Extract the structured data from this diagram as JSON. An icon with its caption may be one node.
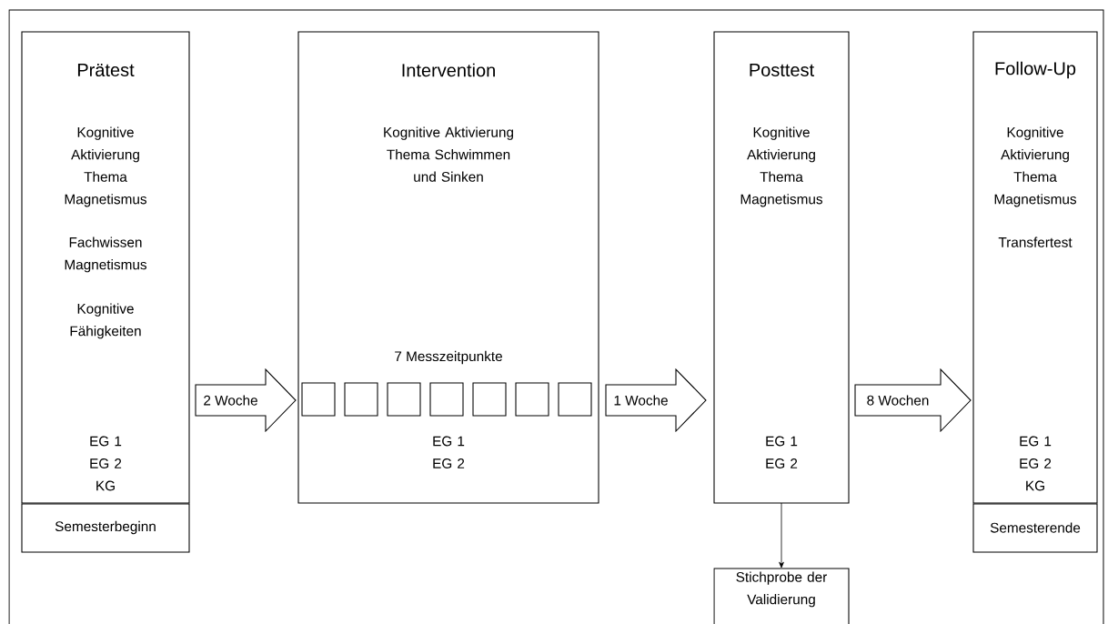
{
  "diagram": {
    "nodes": [
      {
        "text": [
          "Prätest",
          "Kognitive Aktivierung Thema Magnetismus",
          "Fachwissen Magnetismus",
          "Kognitive Fähigkeiten",
          "EG 1 EG 2 KG"
        ]
      },
      {
        "text": [
          "Semesterbeginn"
        ]
      },
      {
        "text": [
          "Intervention",
          "Kognitive Aktivierung Thema Schwimmen und Sinken",
          "7 Messzeitpunkte",
          "EG 1 EG 2"
        ]
      },
      {
        "text": [],
        "shape": "box",
        "in": 2
      },
      {
        "text": [],
        "shape": "box",
        "in": 2
      },
      {
        "text": [],
        "shape": "box",
        "in": 2
      },
      {
        "text": [],
        "shape": "box",
        "in": 2
      },
      {
        "text": [],
        "shape": "box",
        "in": 2
      },
      {
        "text": [],
        "shape": "box",
        "in": 2
      },
      {
        "text": [],
        "shape": "box",
        "in": 2
      },
      {
        "text": [
          "Posttest",
          "Kognitive Aktivierung Thema Magnetismus",
          "EG 1 EG 2"
        ]
      },
      {
        "text": [
          "Stichprobe der Validierung"
        ]
      },
      {
        "text": [
          "Follow-Up",
          "Kognitive Aktivierung Thema Magnetismus",
          "Transfertest",
          "EG 1 EG 2 KG"
        ]
      },
      {
        "text": [
          "Semesterende"
        ]
      }
    ],
    "edges": [
      {
        "from": 0,
        "to": 2,
        "arrow": "to",
        "label": "2 Woche"
      },
      {
        "from": 2,
        "to": 10,
        "arrow": "to",
        "label": "1 Woche"
      },
      {
        "from": 10,
        "to": 12,
        "arrow": "to",
        "label": "8 Wochen"
      },
      {
        "from": 10,
        "to": 11,
        "arrow": "to"
      }
    ]
  }
}
